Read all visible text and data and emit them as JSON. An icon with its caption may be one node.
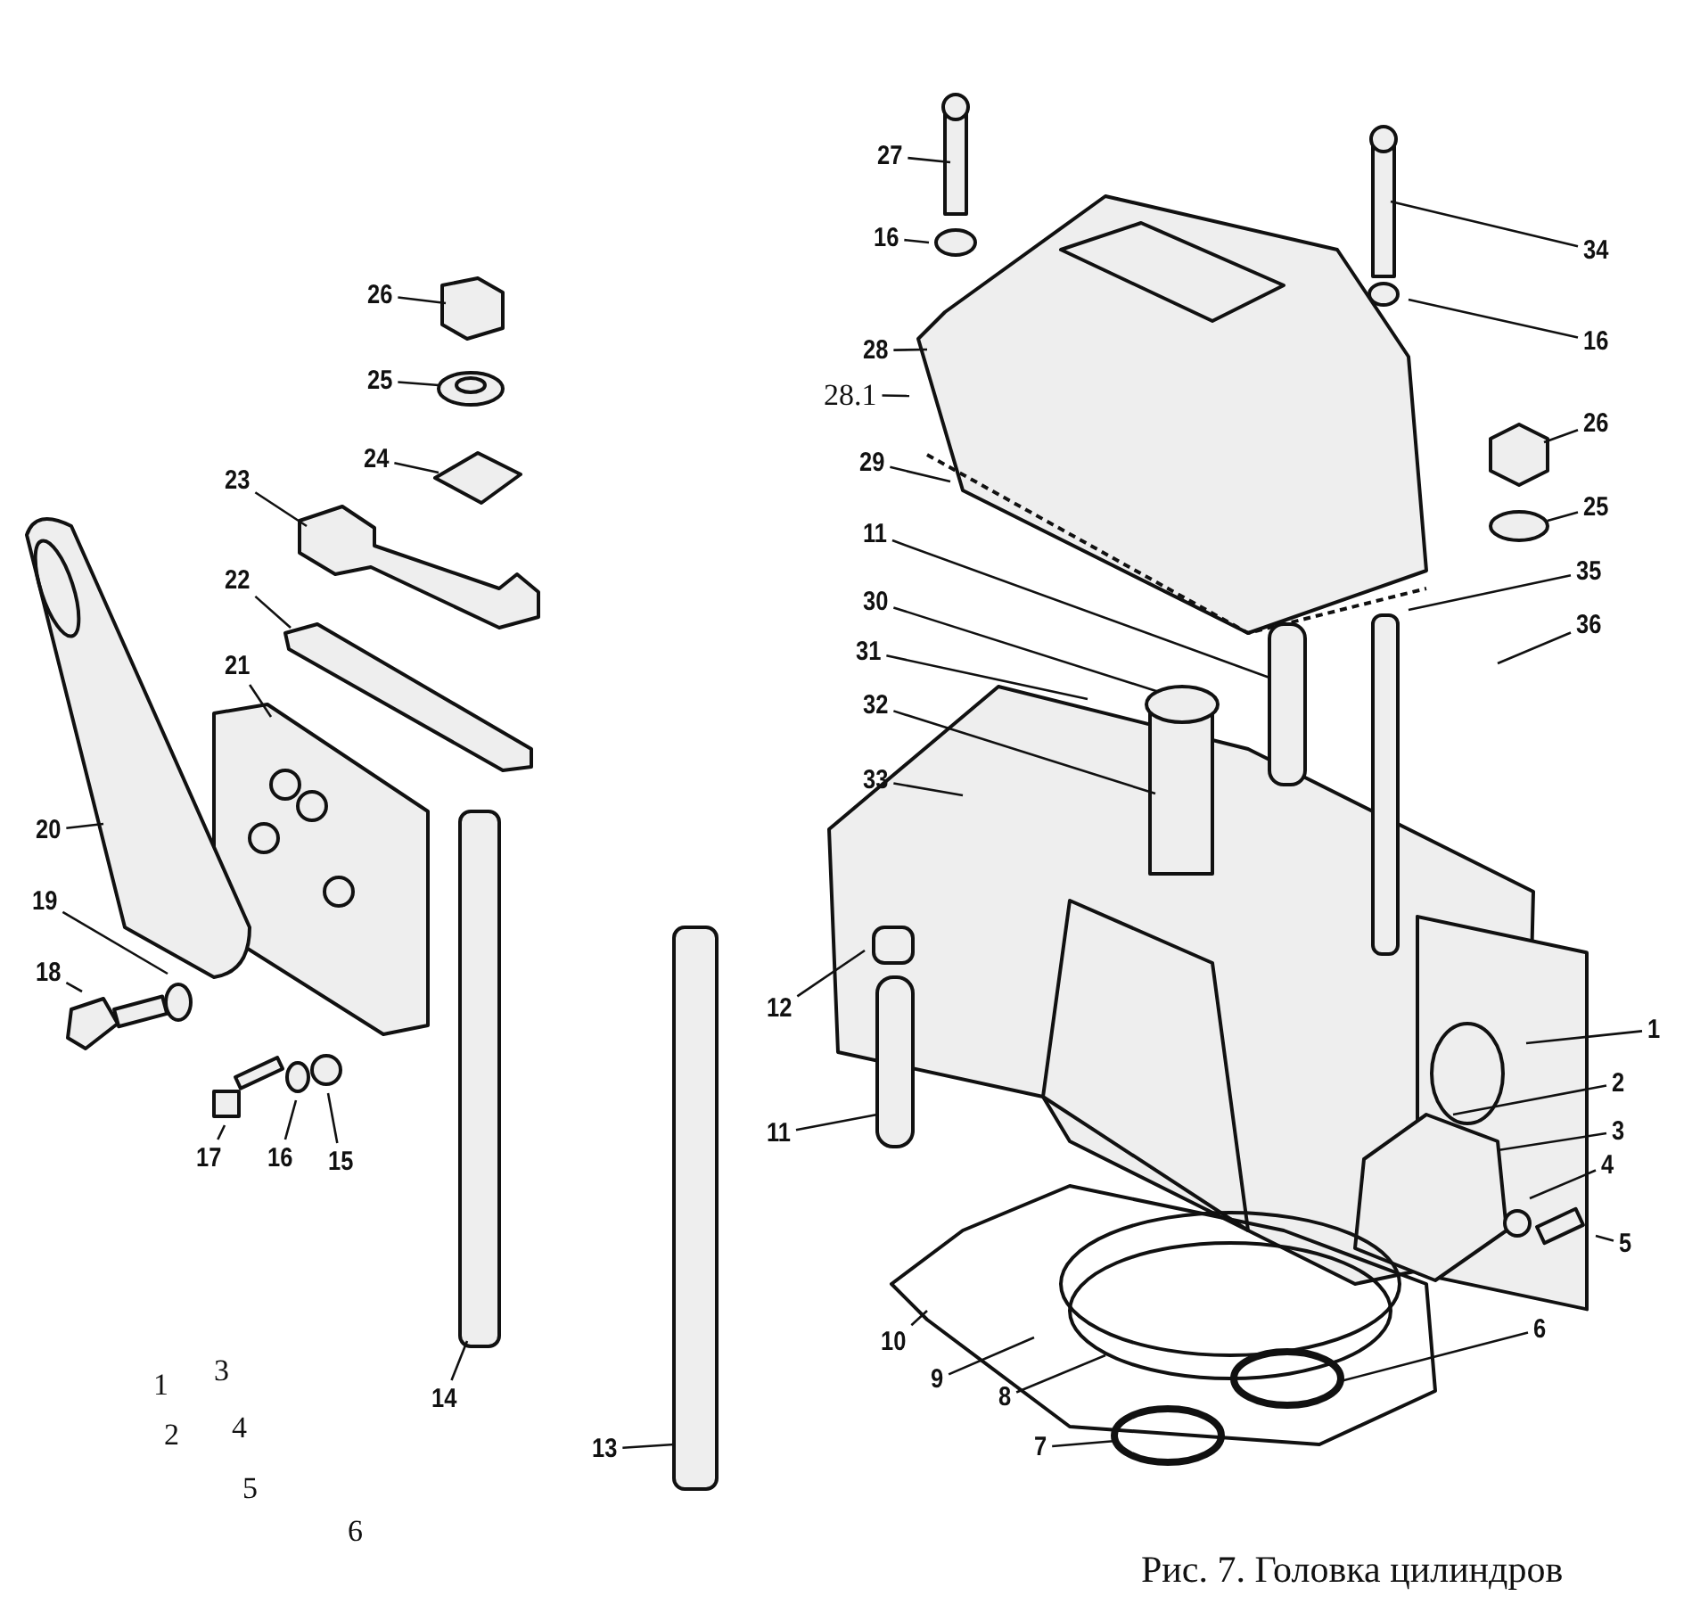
{
  "diagram": {
    "caption": "Рис. 7. Головка цилиндров",
    "nodes": [
      {
        "text": [
          "27"
        ]
      },
      {
        "text": [
          "16"
        ]
      },
      {
        "text": [
          "34"
        ]
      },
      {
        "text": [
          "26"
        ]
      },
      {
        "text": [
          "16"
        ]
      },
      {
        "text": [
          "28"
        ]
      },
      {
        "text": [
          "28.1"
        ]
      },
      {
        "text": [
          "25"
        ]
      },
      {
        "text": [
          "24"
        ]
      },
      {
        "text": [
          "26"
        ]
      },
      {
        "text": [
          "29"
        ]
      },
      {
        "text": [
          "23"
        ]
      },
      {
        "text": [
          "25"
        ]
      },
      {
        "text": [
          "11"
        ]
      },
      {
        "text": [
          "35"
        ]
      },
      {
        "text": [
          "22"
        ]
      },
      {
        "text": [
          "30"
        ]
      },
      {
        "text": [
          "36"
        ]
      },
      {
        "text": [
          "31"
        ]
      },
      {
        "text": [
          "21"
        ]
      },
      {
        "text": [
          "32"
        ]
      },
      {
        "text": [
          "33"
        ]
      },
      {
        "text": [
          "20"
        ]
      },
      {
        "text": [
          "19"
        ]
      },
      {
        "text": [
          "18"
        ]
      },
      {
        "text": [
          "12"
        ]
      },
      {
        "text": [
          "1"
        ]
      },
      {
        "text": [
          "2"
        ]
      },
      {
        "text": [
          "11"
        ]
      },
      {
        "text": [
          "3"
        ]
      },
      {
        "text": [
          "17"
        ]
      },
      {
        "text": [
          "16"
        ]
      },
      {
        "text": [
          "15"
        ]
      },
      {
        "text": [
          "4"
        ]
      },
      {
        "text": [
          "5"
        ]
      },
      {
        "text": [
          "6"
        ]
      },
      {
        "text": [
          "10"
        ]
      },
      {
        "text": [
          "9"
        ]
      },
      {
        "text": [
          "8"
        ]
      },
      {
        "text": [
          "14"
        ]
      },
      {
        "text": [
          "7"
        ]
      },
      {
        "text": [
          "13"
        ]
      }
    ],
    "edges": [
      {
        "from": 0,
        "to": null,
        "arrow": "none"
      },
      {
        "from": 1,
        "to": null,
        "arrow": "none"
      },
      {
        "from": 2,
        "to": null,
        "arrow": "none"
      },
      {
        "from": 3,
        "to": null,
        "arrow": "none"
      },
      {
        "from": 4,
        "to": null,
        "arrow": "none"
      },
      {
        "from": 5,
        "to": null,
        "arrow": "none"
      },
      {
        "from": 6,
        "to": null,
        "arrow": "none"
      },
      {
        "from": 7,
        "to": null,
        "arrow": "none"
      },
      {
        "from": 8,
        "to": null,
        "arrow": "none"
      },
      {
        "from": 9,
        "to": null,
        "arrow": "none"
      },
      {
        "from": 10,
        "to": null,
        "arrow": "none"
      },
      {
        "from": 11,
        "to": null,
        "arrow": "none"
      },
      {
        "from": 12,
        "to": null,
        "arrow": "none"
      },
      {
        "from": 13,
        "to": null,
        "arrow": "none"
      },
      {
        "from": 14,
        "to": null,
        "arrow": "none"
      },
      {
        "from": 15,
        "to": null,
        "arrow": "none"
      },
      {
        "from": 16,
        "to": null,
        "arrow": "none"
      },
      {
        "from": 17,
        "to": null,
        "arrow": "none"
      },
      {
        "from": 18,
        "to": null,
        "arrow": "none"
      },
      {
        "from": 19,
        "to": null,
        "arrow": "none"
      },
      {
        "from": 20,
        "to": null,
        "arrow": "none"
      },
      {
        "from": 21,
        "to": null,
        "arrow": "none"
      },
      {
        "from": 22,
        "to": null,
        "arrow": "none"
      },
      {
        "from": 23,
        "to": null,
        "arrow": "none"
      },
      {
        "from": 24,
        "to": null,
        "arrow": "none"
      },
      {
        "from": 25,
        "to": null,
        "arrow": "none"
      },
      {
        "from": 26,
        "to": null,
        "arrow": "none"
      },
      {
        "from": 27,
        "to": null,
        "arrow": "none"
      },
      {
        "from": 28,
        "to": null,
        "arrow": "none"
      },
      {
        "from": 29,
        "to": null,
        "arrow": "none"
      },
      {
        "from": 30,
        "to": null,
        "arrow": "none"
      },
      {
        "from": 31,
        "to": null,
        "arrow": "none"
      },
      {
        "from": 32,
        "to": null,
        "arrow": "none"
      },
      {
        "from": 33,
        "to": null,
        "arrow": "none"
      },
      {
        "from": 34,
        "to": null,
        "arrow": "none"
      },
      {
        "from": 35,
        "to": null,
        "arrow": "none"
      },
      {
        "from": 36,
        "to": null,
        "arrow": "none"
      },
      {
        "from": 37,
        "to": null,
        "arrow": "none"
      },
      {
        "from": 38,
        "to": null,
        "arrow": "none"
      },
      {
        "from": 39,
        "to": null,
        "arrow": "none"
      },
      {
        "from": 40,
        "to": null,
        "arrow": "none"
      },
      {
        "from": 41,
        "to": null,
        "arrow": "none"
      }
    ],
    "labels": [
      "3",
      "1",
      "4",
      "2",
      "5",
      "6"
    ]
  }
}
